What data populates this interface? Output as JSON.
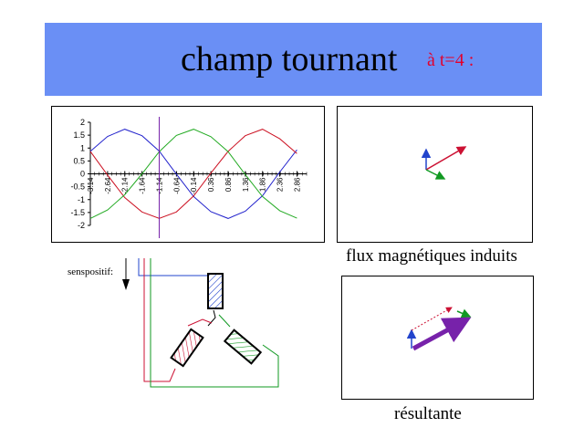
{
  "header": {
    "title": "champ tournant",
    "subtitle": "à t=4 :",
    "banner_color": "#6a8ff5",
    "subtitle_color": "#e3002b"
  },
  "chart_data": {
    "type": "line",
    "x": [
      -3.14,
      -2.64,
      -2.14,
      -1.64,
      -1.14,
      -0.64,
      -0.14,
      0.36,
      0.86,
      1.36,
      1.86,
      2.36,
      2.86
    ],
    "x_tick_labels": [
      "-3.14",
      "-2.64",
      "-2.14",
      "-1.64",
      "-1.14",
      "-0.64",
      "-0.14",
      "0.36",
      "0.86",
      "1.36",
      "1.86",
      "2.36",
      "2.86"
    ],
    "xlim": [
      -3.14,
      3.14
    ],
    "ylim": [
      -2,
      2
    ],
    "y_ticks": [
      2,
      1.5,
      1,
      0.5,
      0,
      -0.5,
      -1,
      -1.5,
      -2
    ],
    "y_tick_labels": [
      "2",
      "1.5",
      "1",
      "0.5",
      "0",
      "-0.5",
      "-1",
      "-1.5",
      "-2"
    ],
    "series": [
      {
        "color": "#2222cc",
        "values": [
          0.87,
          1.45,
          1.73,
          1.48,
          0.88,
          -0.01,
          -0.88,
          -1.47,
          -1.73,
          -1.45,
          -0.85,
          0.07,
          0.93
        ]
      },
      {
        "color": "#cc1122",
        "values": [
          0.87,
          -0.05,
          -0.92,
          -1.48,
          -1.73,
          -1.48,
          -0.86,
          0.03,
          0.87,
          1.48,
          1.73,
          1.36,
          0.79
        ]
      },
      {
        "color": "#22aa22",
        "values": [
          -1.73,
          -1.4,
          -0.81,
          0.0,
          0.86,
          1.49,
          1.73,
          1.44,
          0.86,
          -0.03,
          -0.88,
          -1.43,
          -1.72
        ]
      }
    ],
    "cursor_x": -1.14,
    "cursor_color": "#7722aa",
    "grid": false,
    "legend": "none"
  },
  "diagram": {
    "sens_label": "senspositif:",
    "flux_caption": "flux magnétiques induits",
    "resultant_caption": "résultante",
    "colors": {
      "phase_1": "#2244cc",
      "phase_2": "#cc1133",
      "phase_3": "#119922",
      "resultant": "#7722aa"
    },
    "icons": [
      "arrow-down-icon",
      "coil-icon"
    ]
  }
}
